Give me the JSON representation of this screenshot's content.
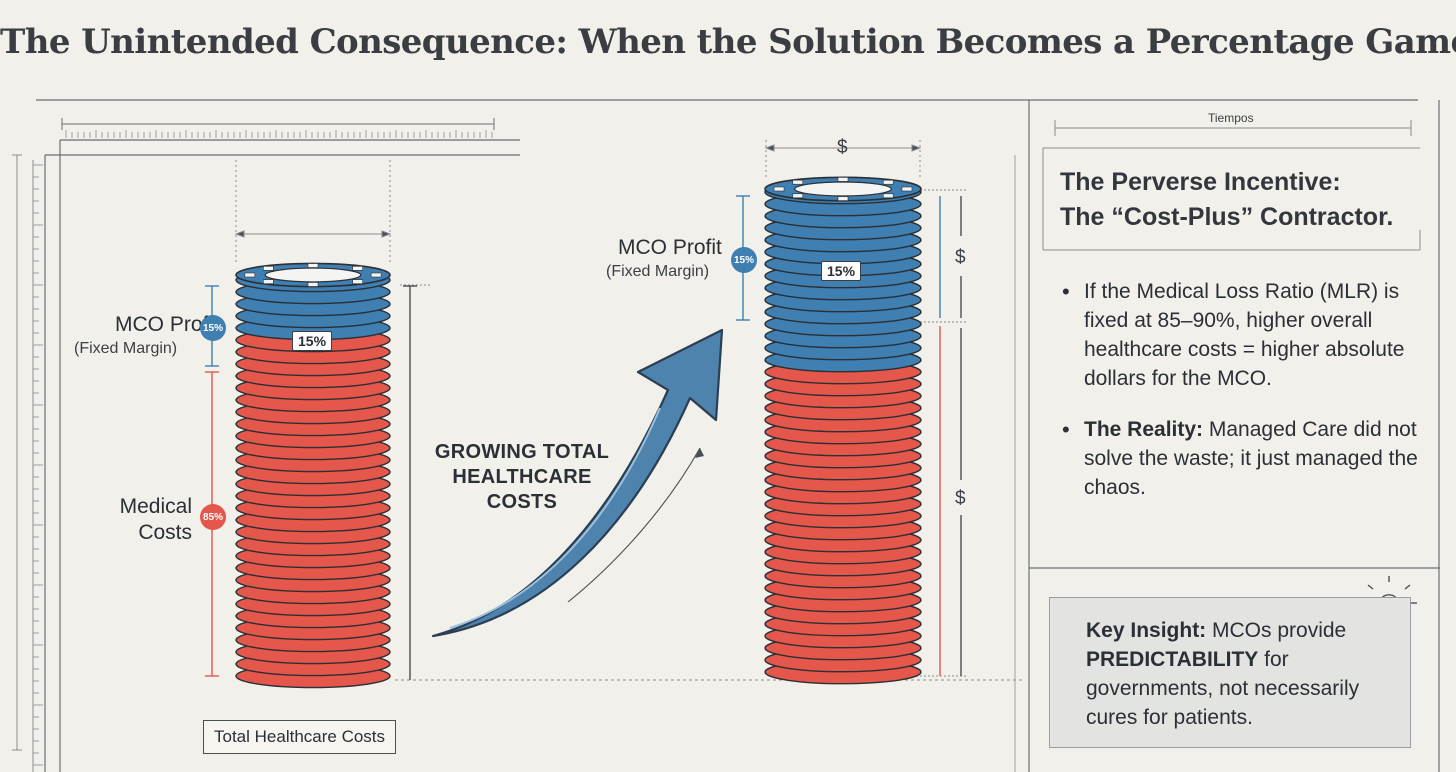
{
  "header": {
    "title": "The Unintended Consequence: When the Solution Becomes a Percentage Game"
  },
  "left_stack": {
    "mco_profit_label": "MCO Profit",
    "mco_profit_sub": "(Fixed Margin)",
    "profit_badge": "15%",
    "profit_tag": "15%",
    "medical_label_line1": "Medical",
    "medical_label_line2": "Costs",
    "medical_badge": "85%",
    "total_label": "Total Healthcare Costs",
    "profit_share": 0.15,
    "medical_share": 0.85
  },
  "arrow": {
    "line1": "GROWING TOTAL",
    "line2": "HEALTHCARE",
    "line3": "COSTS"
  },
  "right_stack": {
    "mco_profit_label": "MCO Profit",
    "mco_profit_sub": "(Fixed Margin)",
    "profit_badge": "15%",
    "profit_tag": "15%",
    "top_dollar": "$",
    "side_dollar_upper": "$",
    "side_dollar_lower": "$"
  },
  "panel": {
    "ruler_label": "Tiempos",
    "heading_line1": "The Perverse Incentive:",
    "heading_line2": "The “Cost-Plus” Contractor.",
    "bullet1": "If the Medical Loss Ratio (MLR) is fixed at 85–90%, higher overall healthcare costs = higher absolute dollars for the MCO.",
    "bullet2_bold": "The Reality:",
    "bullet2_text": " Managed Care did not solve the waste; it just managed the chaos.",
    "insight_bold1": "Key Insight:",
    "insight_text1": " MCOs provide ",
    "insight_bold2": "PREDICTABILITY",
    "insight_text2": " for governments, not necessarily cures for patients.",
    "insight_icon": "lightbulb-icon"
  },
  "colors": {
    "blue": "#3f7fb1",
    "red": "#e4574a",
    "ink": "#2b2f36",
    "paper": "#f1f0ea"
  }
}
